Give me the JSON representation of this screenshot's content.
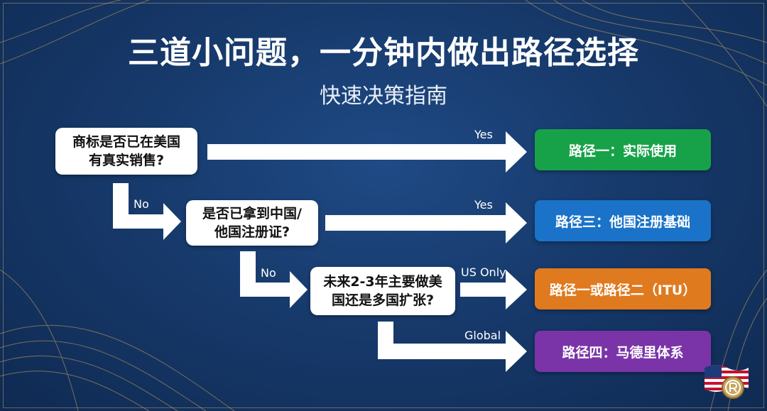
{
  "header": {
    "title": "三道小问题，一分钟内做出路径选择",
    "subtitle": "快速决策指南"
  },
  "questions": [
    {
      "line1": "商标是否已在美国",
      "line2": "有真实销售?"
    },
    {
      "line1": "是否已拿到中国/",
      "line2": "他国注册证?"
    },
    {
      "line1": "未来2-3年主要做美",
      "line2": "国还是多国扩张?"
    }
  ],
  "branch_labels": {
    "q1_yes": "Yes",
    "q1_no": "No",
    "q2_yes": "Yes",
    "q2_no": "No",
    "q3_us": "US Only",
    "q3_global": "Global"
  },
  "paths": [
    {
      "label": "路径一：实际使用",
      "color": "#17a24a"
    },
    {
      "label": "路径三：他国注册基础",
      "color": "#1a73c8"
    },
    {
      "label": "路径一或路径二（ITU）",
      "color": "#e07a1f"
    },
    {
      "label": "路径四：马德里体系",
      "color": "#7a34a8"
    }
  ]
}
